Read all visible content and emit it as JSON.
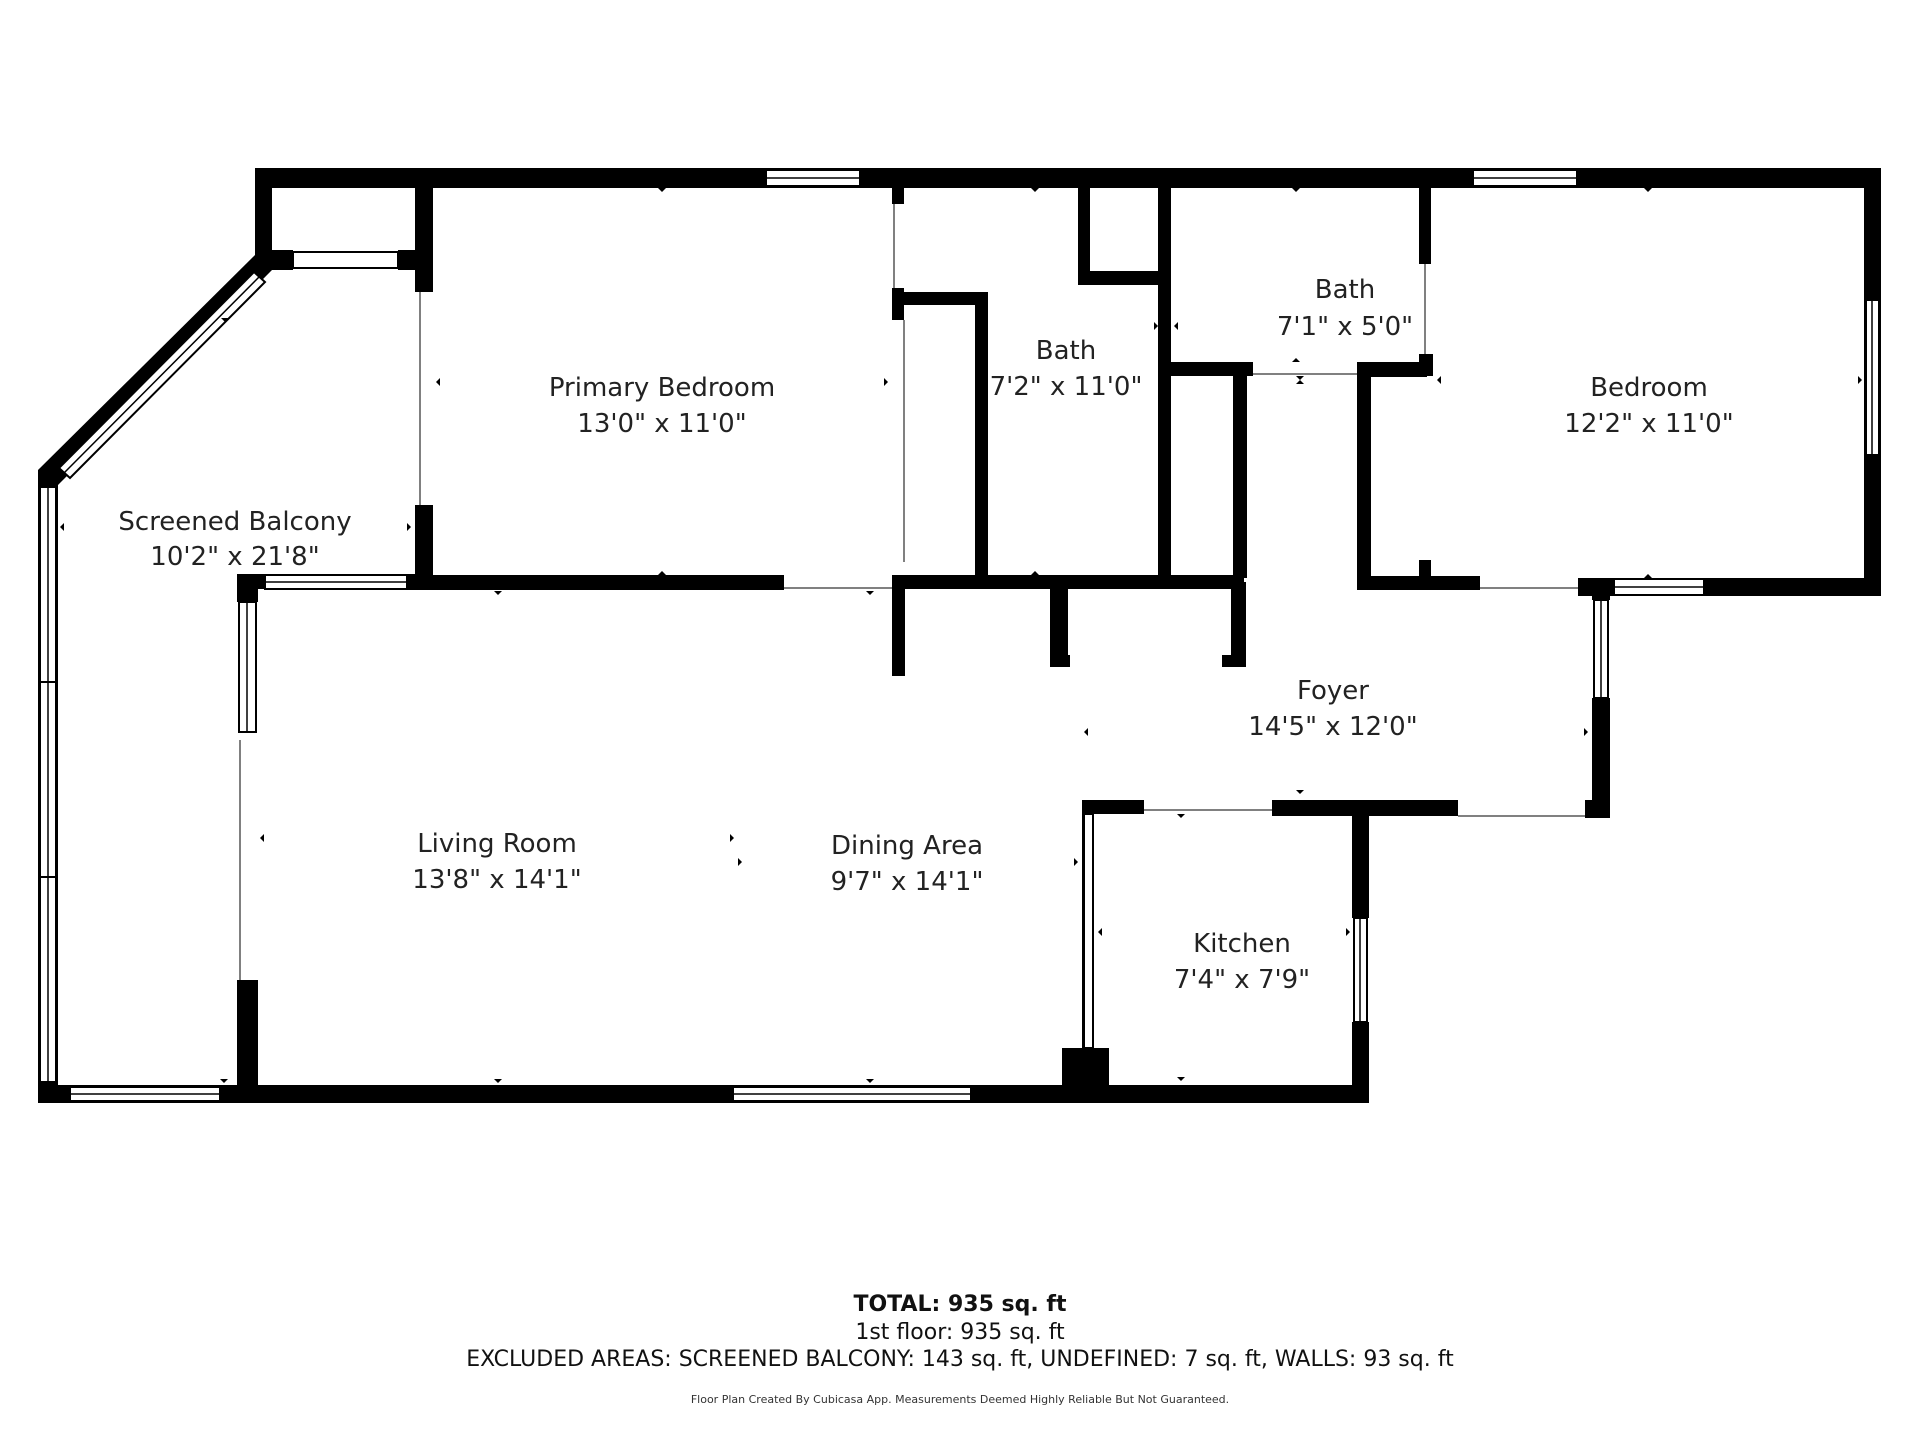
{
  "rooms": {
    "primary_bedroom": {
      "name": "Primary Bedroom",
      "dims": "13'0\" x 11'0\""
    },
    "bath_1": {
      "name": "Bath",
      "dims": "7'2\" x 11'0\""
    },
    "bath_2": {
      "name": "Bath",
      "dims": "7'1\" x 5'0\""
    },
    "bedroom": {
      "name": "Bedroom",
      "dims": "12'2\" x 11'0\""
    },
    "screened_balcony": {
      "name": "Screened Balcony",
      "dims": "10'2\" x 21'8\""
    },
    "foyer": {
      "name": "Foyer",
      "dims": "14'5\" x 12'0\""
    },
    "living_room": {
      "name": "Living Room",
      "dims": "13'8\" x 14'1\""
    },
    "dining_area": {
      "name": "Dining Area",
      "dims": "9'7\" x 14'1\""
    },
    "kitchen": {
      "name": "Kitchen",
      "dims": "7'4\" x 7'9\""
    }
  },
  "footer": {
    "total": "TOTAL: 935 sq. ft",
    "floor": "1st floor: 935 sq. ft",
    "excluded": "EXCLUDED AREAS: SCREENED BALCONY: 143 sq. ft, UNDEFINED: 7 sq. ft, WALLS: 93 sq. ft",
    "credit": "Floor Plan Created By Cubicasa App. Measurements Deemed Highly Reliable But Not Guaranteed."
  },
  "colors": {
    "wall": "#000000",
    "window": "#ffffff",
    "text": "#222222"
  }
}
